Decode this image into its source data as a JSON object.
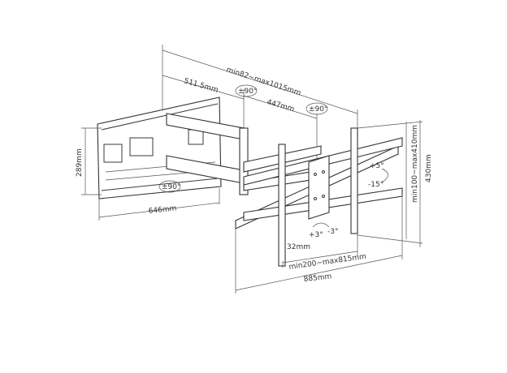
{
  "diagram": {
    "title": "Full-motion TV wall mount dimension drawing",
    "dimensions": {
      "total_extension": "min82~max1015mm",
      "arm_1": "511.5mm",
      "arm_2": "447mm",
      "wall_plate_height": "289mm",
      "wall_plate_width": "646mm",
      "vesa_vertical": "min100~max410mm",
      "bracket_height": "430mm",
      "vesa_horizontal": "min200~max815mm",
      "bracket_width": "885mm",
      "bracket_depth": "32mm"
    },
    "rotations": {
      "arm_joint_1": "±90°",
      "arm_joint_2": "±90°",
      "wall_pivot": "±90°",
      "tilt_up": "+5°",
      "tilt_down": "-15°",
      "level_plus": "+3°",
      "level_minus": "-3°"
    },
    "colors": {
      "line": "#3a3a3a",
      "background": "#ffffff"
    }
  }
}
